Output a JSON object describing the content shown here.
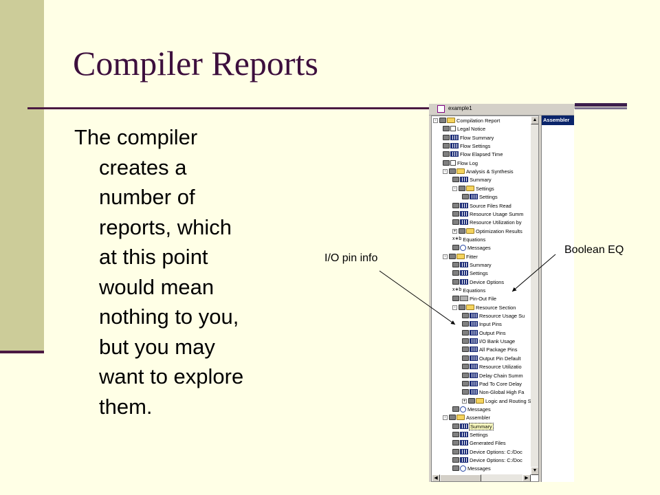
{
  "slide": {
    "title": "Compiler Reports",
    "body_lines": [
      "The compiler",
      "creates a",
      "number of",
      "reports, which",
      "at this point",
      "would mean",
      "nothing to you,",
      "but you may",
      "want to explore",
      "them."
    ]
  },
  "annotations": {
    "io_pin": "I/O pin info",
    "boolean": "Boolean EQ"
  },
  "window": {
    "title": "example1",
    "right_header": "Assembler",
    "tree": [
      {
        "label": "Compilation Report",
        "level": 0,
        "icon": "folder",
        "exp": "-"
      },
      {
        "label": "Legal Notice",
        "level": 1,
        "icon": "doc"
      },
      {
        "label": "Flow Summary",
        "level": 1,
        "icon": "table"
      },
      {
        "label": "Flow Settings",
        "level": 1,
        "icon": "table"
      },
      {
        "label": "Flow Elapsed Time",
        "level": 1,
        "icon": "table"
      },
      {
        "label": "Flow Log",
        "level": 1,
        "icon": "doc"
      },
      {
        "label": "Analysis & Synthesis",
        "level": 1,
        "icon": "folder",
        "exp": "-"
      },
      {
        "label": "Summary",
        "level": 2,
        "icon": "table"
      },
      {
        "label": "Settings",
        "level": 2,
        "icon": "folder",
        "exp": "-"
      },
      {
        "label": "Settings",
        "level": 3,
        "icon": "table"
      },
      {
        "label": "Source Files Read",
        "level": 2,
        "icon": "table"
      },
      {
        "label": "Resource Usage Summ",
        "level": 2,
        "icon": "table"
      },
      {
        "label": "Resource Utilization by",
        "level": 2,
        "icon": "table"
      },
      {
        "label": "Optimization Results",
        "level": 2,
        "icon": "folder",
        "exp": "+"
      },
      {
        "label": "Equations",
        "level": 2,
        "icon": "eq"
      },
      {
        "label": "Messages",
        "level": 2,
        "icon": "msg"
      },
      {
        "label": "Fitter",
        "level": 1,
        "icon": "folder",
        "exp": "-"
      },
      {
        "label": "Summary",
        "level": 2,
        "icon": "table"
      },
      {
        "label": "Settings",
        "level": 2,
        "icon": "table"
      },
      {
        "label": "Device Options",
        "level": 2,
        "icon": "table"
      },
      {
        "label": "Equations",
        "level": 2,
        "icon": "eq"
      },
      {
        "label": "Pin-Out File",
        "level": 2,
        "icon": "pin"
      },
      {
        "label": "Resource Section",
        "level": 2,
        "icon": "folder",
        "exp": "-"
      },
      {
        "label": "Resource Usage Su",
        "level": 3,
        "icon": "table"
      },
      {
        "label": "Input Pins",
        "level": 3,
        "icon": "table"
      },
      {
        "label": "Output Pins",
        "level": 3,
        "icon": "table"
      },
      {
        "label": "I/O Bank Usage",
        "level": 3,
        "icon": "table"
      },
      {
        "label": "All Package Pins",
        "level": 3,
        "icon": "table"
      },
      {
        "label": "Output Pin Default",
        "level": 3,
        "icon": "table"
      },
      {
        "label": "Resource Utilizatio",
        "level": 3,
        "icon": "table"
      },
      {
        "label": "Delay Chain Summ",
        "level": 3,
        "icon": "table"
      },
      {
        "label": "Pad To Core Delay",
        "level": 3,
        "icon": "table"
      },
      {
        "label": "Non-Global High Fa",
        "level": 3,
        "icon": "table"
      },
      {
        "label": "Logic and Routing S",
        "level": 3,
        "icon": "folder",
        "exp": "+"
      },
      {
        "label": "Messages",
        "level": 2,
        "icon": "msg"
      },
      {
        "label": "Assembler",
        "level": 1,
        "icon": "folder",
        "exp": "-"
      },
      {
        "label": "Summary",
        "level": 2,
        "icon": "table",
        "selected": true
      },
      {
        "label": "Settings",
        "level": 2,
        "icon": "table"
      },
      {
        "label": "Generated Files",
        "level": 2,
        "icon": "table"
      },
      {
        "label": "Device Options: C:/Doc",
        "level": 2,
        "icon": "table"
      },
      {
        "label": "Device Options: C:/Doc",
        "level": 2,
        "icon": "table"
      },
      {
        "label": "Messages",
        "level": 2,
        "icon": "msg"
      }
    ]
  }
}
